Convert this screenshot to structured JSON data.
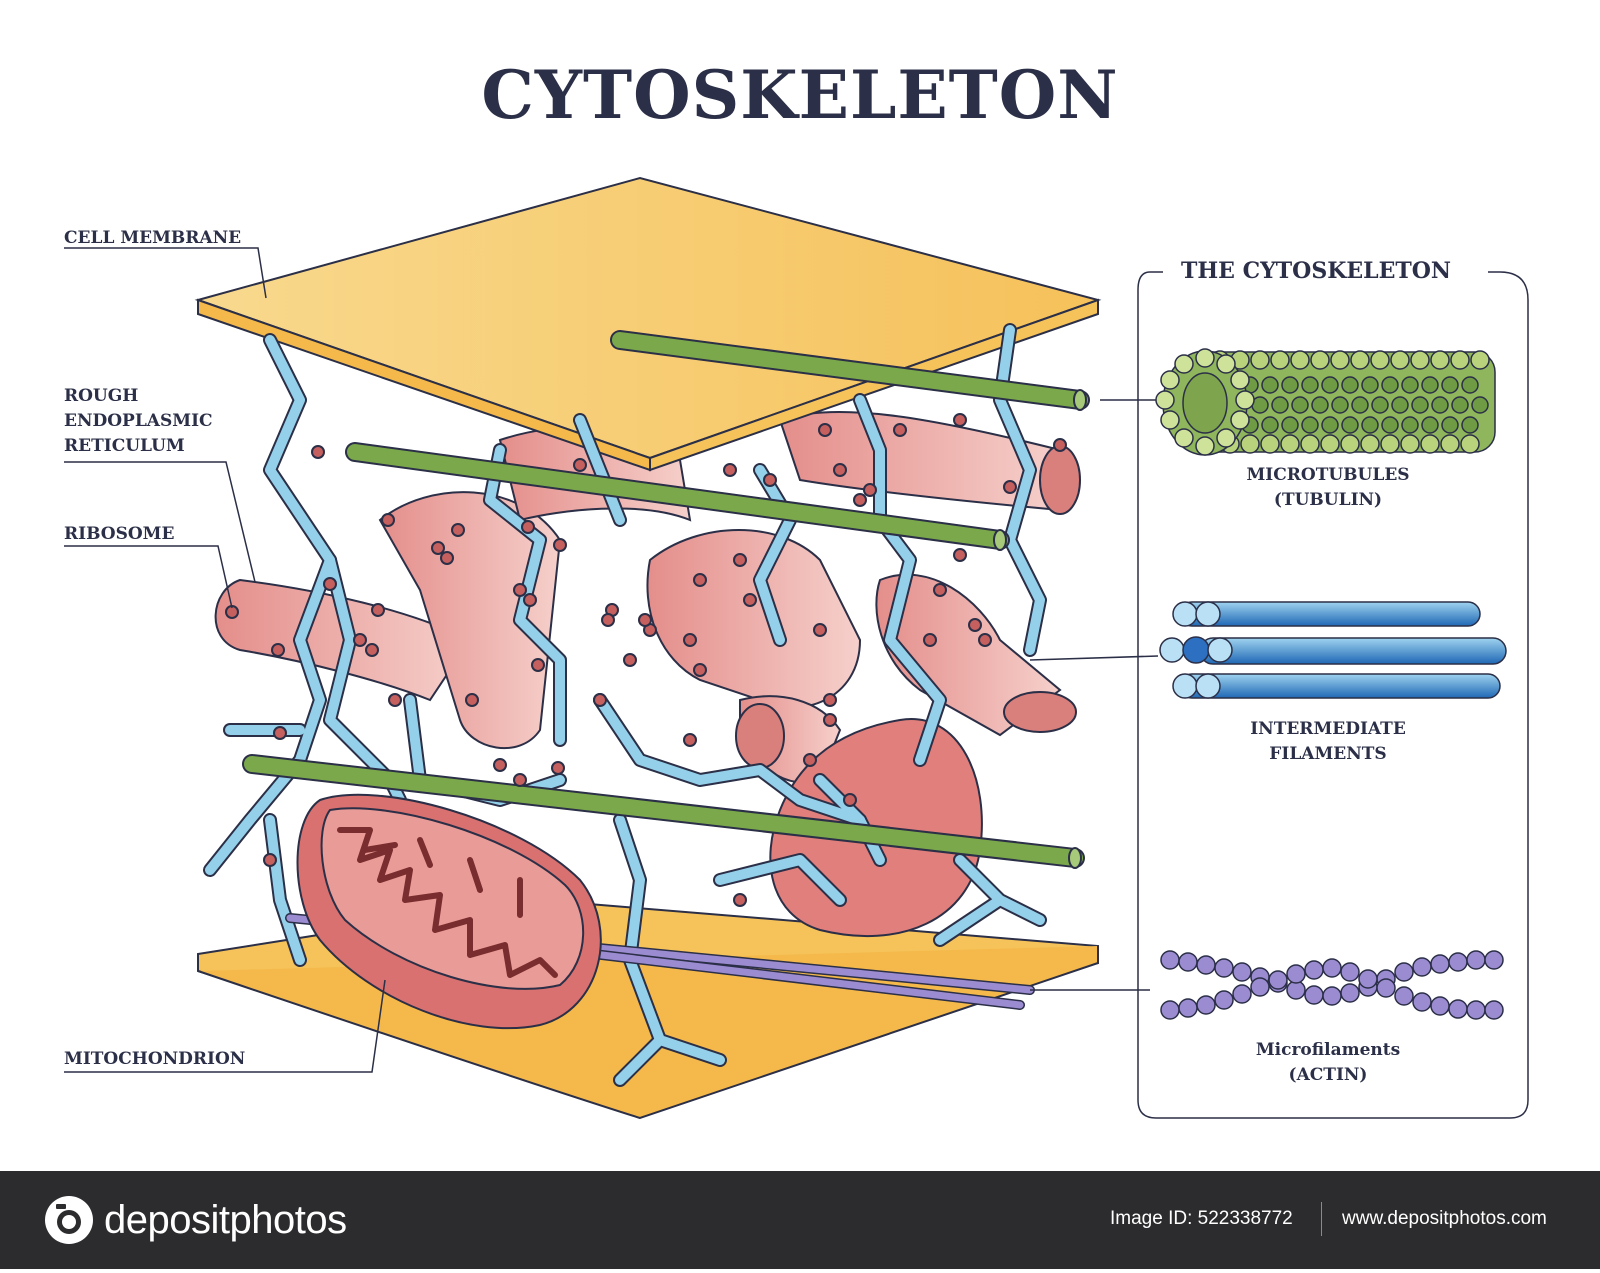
{
  "title": "CYTOSKELETON",
  "labels": {
    "cell_membrane": "CELL MEMBRANE",
    "rer_line1": "ROUGH",
    "rer_line2": "ENDOPLASMIC",
    "rer_line3": "RETICULUM",
    "ribosome": "RIBOSOME",
    "mitochondrion": "MITOCHONDRION"
  },
  "panel": {
    "title": "THE CYTOSKELETON",
    "microtubules_line1": "MICROTUBULES",
    "microtubules_line2": "(TUBULIN)",
    "intermediate_line1": "INTERMEDIATE",
    "intermediate_line2": "FILAMENTS",
    "microfilaments_line1": "Microfilaments",
    "microfilaments_line2": "(ACTIN)"
  },
  "footer": {
    "brand": "depositphotos",
    "image_id": "Image ID: 522338772",
    "url": "www.depositphotos.com"
  },
  "colors": {
    "membrane": "#f6c35a",
    "er": "#eab0aa",
    "ribosome": "#c5605f",
    "cytoskeleton_blue": "#8fcde6",
    "microtubule_green": "#7aa84a",
    "actin_purple": "#9b8bd0",
    "outline": "#2b2f47",
    "footer_bg": "#2c2c2e"
  }
}
